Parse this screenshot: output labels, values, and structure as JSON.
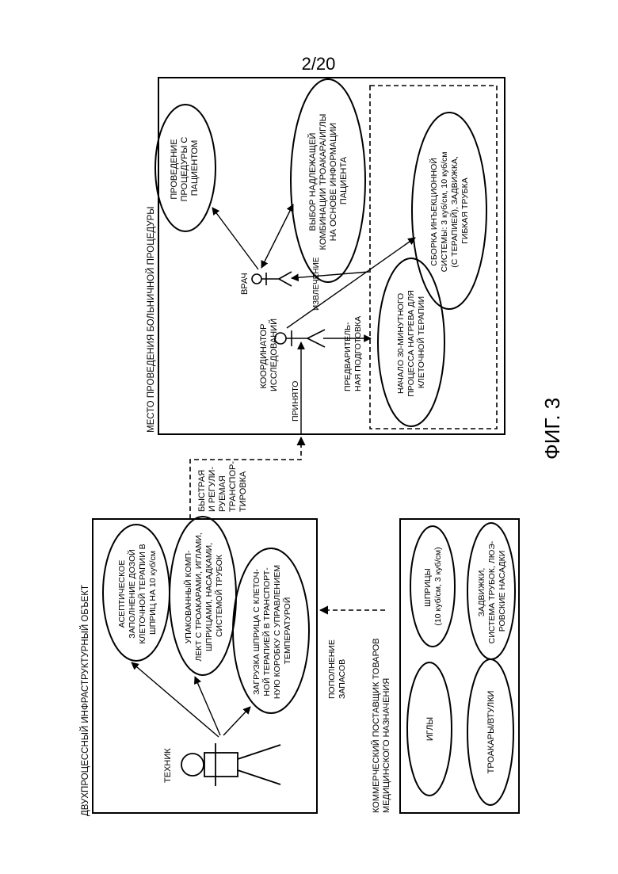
{
  "page_number": "2/20",
  "figure_label": "ФИГ. 3",
  "hospital": {
    "title": "МЕСТО ПРОВЕДЕНИЯ БОЛЬНИЧНОЙ ПРОЦЕДУРЫ",
    "actor_doctor": "ВРАЧ",
    "actor_coordinator": [
      "КООРДИНАТОР",
      "ИССЛЕДОВАНИЙ"
    ],
    "uc_procedure": [
      "ПРОВЕДЕНИЕ",
      "ПРОЦЕДУРЫ С",
      "ПАЦИЕНТОМ"
    ],
    "uc_selection": [
      "ВЫБОР НАДЛЕЖАЩЕЙ",
      "КОМБИНАЦИИ ТРОАКАРА/ИГЛЫ",
      "НА ОСНОВЕ ИНФОРМАЦИИ",
      "ПАЦИЕНТА"
    ],
    "uc_assembly": [
      "СБОРКА ИНЪЕКЦИОННОЙ",
      "СИСТЕМЫ: 3 куб/см, 10 куб/см",
      "(С ТЕРАПИЕЙ), ЗАДВИЖКА,",
      "ГИБКАЯ ТРУБКА"
    ],
    "uc_heating": [
      "НАЧАЛО 30-МИНУТНОГО",
      "ПРОЦЕССА НАГРЕВА ДЛЯ",
      "КЛЕТОЧНОЙ ТЕРАПИИ"
    ],
    "label_extraction": "ИЗВЛЕЧЕНИЕ",
    "label_prep": [
      "ПРЕДВАРИТЕЛЬ-",
      "НАЯ ПОДГОТОВКА"
    ],
    "label_accepted": "ПРИНЯТО"
  },
  "transport": {
    "label": [
      "БЫСТРАЯ",
      "И РЕГУЛИ-",
      "РУЕМАЯ",
      "ТРАНСПОР-",
      "ТИРОВКА"
    ]
  },
  "facility": {
    "title": "ДВУХПРОЦЕССНЫЙ ИНФРАСТРУКТУРНЫЙ ОБЪЕКТ",
    "actor_technician": "ТЕХНИК",
    "uc_aseptic": [
      "АСЕПТИЧЕСКОЕ",
      "ЗАПОЛНЕНИЕ ДОЗОЙ",
      "КЛЕТОЧНОЙ ТЕРАПИИ В",
      "ШПРИЦ НА 10 куб/см"
    ],
    "uc_kit": [
      "УПАКОВАННЫЙ КОМП-",
      "ЛЕКТ С ТРОАКАРАМИ, ИГЛАМИ,",
      "ШПРИЦАМИ, НАСАДКАМИ,",
      "СИСТЕМОЙ ТРУБОК"
    ],
    "uc_loading": [
      "ЗАГРУЗКА ШПРИЦА С КЛЕТОЧ-",
      "НОЙ ТЕРАПИЕЙ В ТРАНСПОРТ-",
      "НУЮ КОРОБКУ С УПРАВЛЕНИЕМ",
      "ТЕМПЕРАТУРОЙ"
    ]
  },
  "supplier": {
    "restock_label": [
      "ПОПОЛНЕНИЕ",
      "ЗАПАСОВ"
    ],
    "title": [
      "КОММЕРЧЕСКИЙ ПОСТАВЩИК ТОВАРОВ",
      "МЕДИЦИНСКОГО НАЗНАЧЕНИЯ"
    ],
    "item_needles": "ИГЛЫ",
    "item_syringes": [
      "ШПРИЦЫ",
      "(10 куб/см, 3 куб/см)"
    ],
    "item_trocars": "ТРОАКАРЫ/ВТУЛКИ",
    "item_valves": [
      "ЗАДВИЖКИ,",
      "СИСТЕМА ТРУБОК, ЛЮЭ-",
      "РОВСКИЕ НАСАДКИ"
    ]
  }
}
